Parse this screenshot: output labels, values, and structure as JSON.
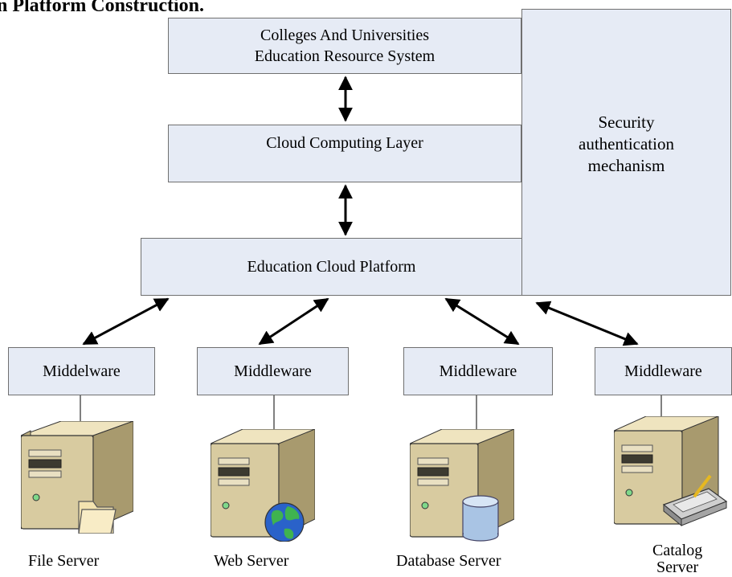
{
  "heading": "n Platform Construction.",
  "layers": {
    "resource_system": [
      "Colleges And Universities",
      "Education Resource System"
    ],
    "cloud_computing": "Cloud Computing Layer",
    "platform": "Education Cloud Platform",
    "security": [
      "Security",
      "authentication",
      "mechanism"
    ]
  },
  "middleware": [
    "Middelware",
    "Middleware",
    "Middleware",
    "Middleware"
  ],
  "servers": [
    {
      "label": "File Server",
      "badge": "folder-icon"
    },
    {
      "label": "Web Server",
      "badge": "globe-icon"
    },
    {
      "label": "Database Server",
      "badge": "database-icon"
    },
    {
      "label": [
        "Catalog",
        "Server"
      ],
      "badge": "drive-icon"
    }
  ],
  "colors": {
    "box_fill": "#e6ebf5",
    "box_border": "#707070",
    "server_body": "#d8cba0",
    "arrow": "#000000"
  }
}
